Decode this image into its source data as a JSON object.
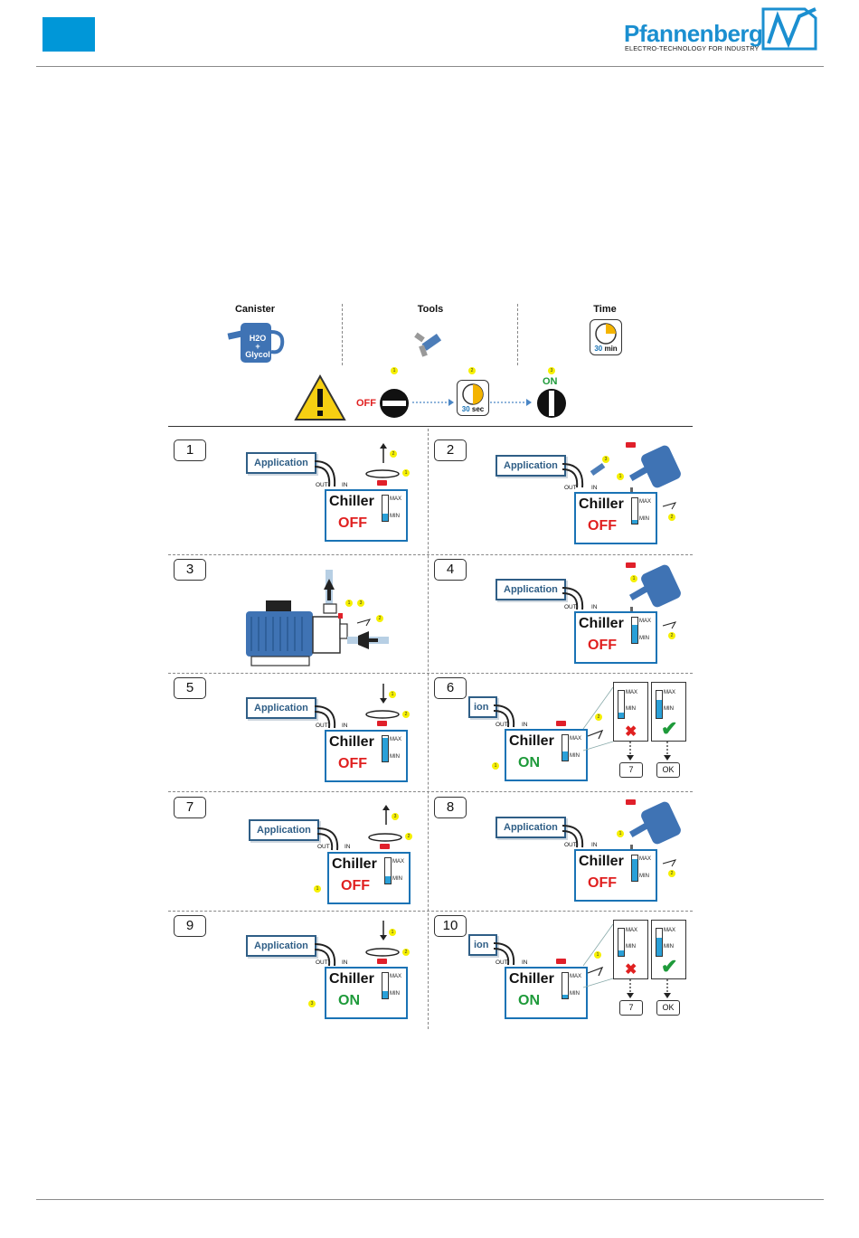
{
  "header": {
    "brand": "Pfannenberg",
    "tagline": "ELECTRO-TECHNOLOGY FOR INDUSTRY",
    "accent_color": "#0097d8"
  },
  "requirements": {
    "canister_label": "Canister",
    "tools_label": "Tools",
    "time_label": "Time",
    "canister_text_line1": "H2O",
    "canister_text_line2": "+",
    "canister_text_line3": "Glycol",
    "timer_value": "30",
    "timer_unit": "min"
  },
  "safety": {
    "off_label": "OFF",
    "on_label": "ON",
    "wait_value": "30",
    "wait_unit": "sec",
    "badges": [
      "1",
      "2",
      "3"
    ]
  },
  "labels": {
    "application": "Application",
    "application_cut": "ion",
    "chiller": "Chiller",
    "off": "OFF",
    "on": "ON",
    "out": "OUT",
    "in": "IN",
    "max": "MAX",
    "min": "MIN",
    "ok": "OK",
    "seven": "7"
  },
  "steps": [
    "1",
    "2",
    "3",
    "4",
    "5",
    "6",
    "7",
    "8",
    "9",
    "10"
  ]
}
